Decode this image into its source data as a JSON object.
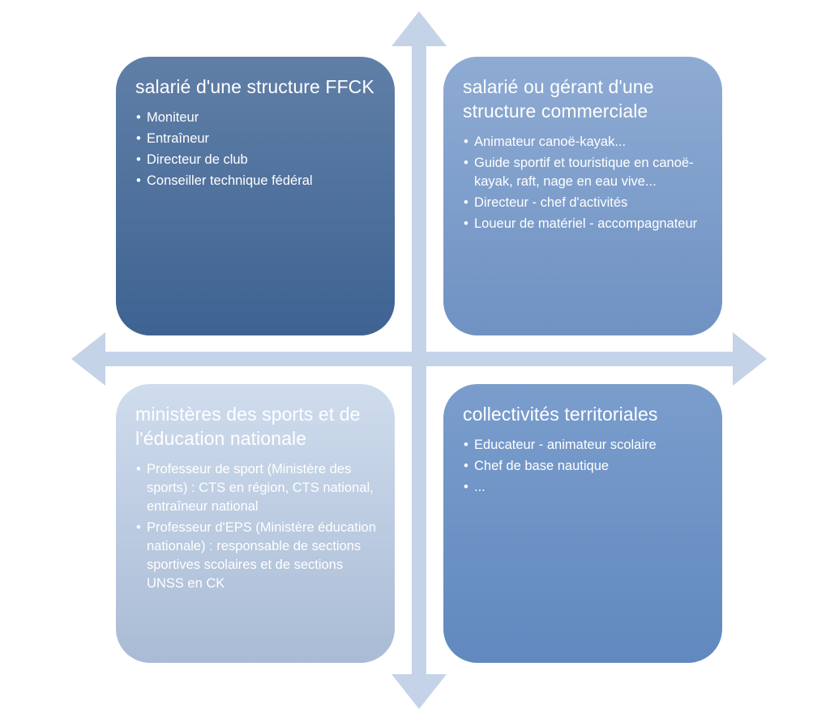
{
  "colors": {
    "arrow": "#c5d3e8",
    "top_left": "#4d6f9b",
    "top_right": "#7f9fcc",
    "bottom_left": "#bccbe1",
    "bottom_right": "#6d93c5"
  },
  "quadrants": {
    "top_left": {
      "title": "salarié d'une structure FFCK",
      "items": [
        "Moniteur",
        "Entraîneur",
        "Directeur de club",
        "Conseiller technique fédéral"
      ]
    },
    "top_right": {
      "title": "salarié ou gérant d'une structure commerciale",
      "items": [
        "Animateur canoë-kayak...",
        "Guide sportif et touristique en canoë-kayak, raft, nage en eau vive...",
        "Directeur - chef d'activités",
        "Loueur de matériel - accompagnateur"
      ]
    },
    "bottom_left": {
      "title": "ministères des sports et de l'éducation nationale",
      "items": [
        "Professeur de sport (Ministère des sports) : CTS en région, CTS national, entraîneur national",
        "Professeur d'EPS (Ministère éducation nationale) : responsable de sections sportives scolaires et de sections UNSS en CK"
      ]
    },
    "bottom_right": {
      "title": "collectivités  territoriales",
      "items": [
        "Educateur  - animateur scolaire",
        "Chef de base nautique",
        "..."
      ]
    }
  }
}
